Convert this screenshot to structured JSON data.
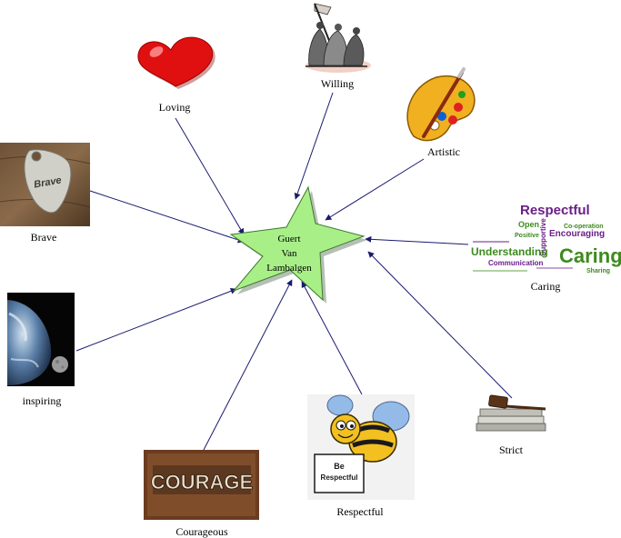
{
  "center": {
    "lines": [
      "Guert",
      "Van",
      "Lambalgen"
    ],
    "fill": "#a8ef88"
  },
  "nodes": [
    {
      "id": "loving",
      "label": "Loving",
      "icon": "heart-icon"
    },
    {
      "id": "willing",
      "label": "Willing",
      "icon": "flag-raising-icon"
    },
    {
      "id": "artistic",
      "label": "Artistic",
      "icon": "paint-palette-icon"
    },
    {
      "id": "brave",
      "label": "Brave",
      "icon": "brave-tag-icon"
    },
    {
      "id": "caring",
      "label": "Caring",
      "icon": "word-cloud-icon"
    },
    {
      "id": "inspiring",
      "label": "inspiring",
      "icon": "earth-moon-icon"
    },
    {
      "id": "strict",
      "label": "Strict",
      "icon": "gavel-icon"
    },
    {
      "id": "respectful",
      "label": "Respectful",
      "icon": "bee-icon"
    },
    {
      "id": "courageous",
      "label": "Courageous",
      "icon": "courage-sign-icon"
    }
  ],
  "images": {
    "brave_tag_text": "Brave",
    "courage_text": "COURAGE",
    "bee_sign_lines": [
      "Be",
      "Respectful"
    ],
    "word_cloud": {
      "respectful": "Respectful",
      "caring": "Caring",
      "open": "Open",
      "supportive": "Supportive",
      "encouraging": "Encouraging",
      "understanding": "Understanding",
      "communication": "Communication",
      "cooperation": "Co-operation",
      "positive": "Positive",
      "sharing": "Sharing"
    }
  },
  "colors": {
    "arrow": "#1a1a6e",
    "heart": "#e01010",
    "star_fill": "#a8ef88",
    "word_purple": "#6a1f8a",
    "word_green": "#3e8a1e"
  }
}
